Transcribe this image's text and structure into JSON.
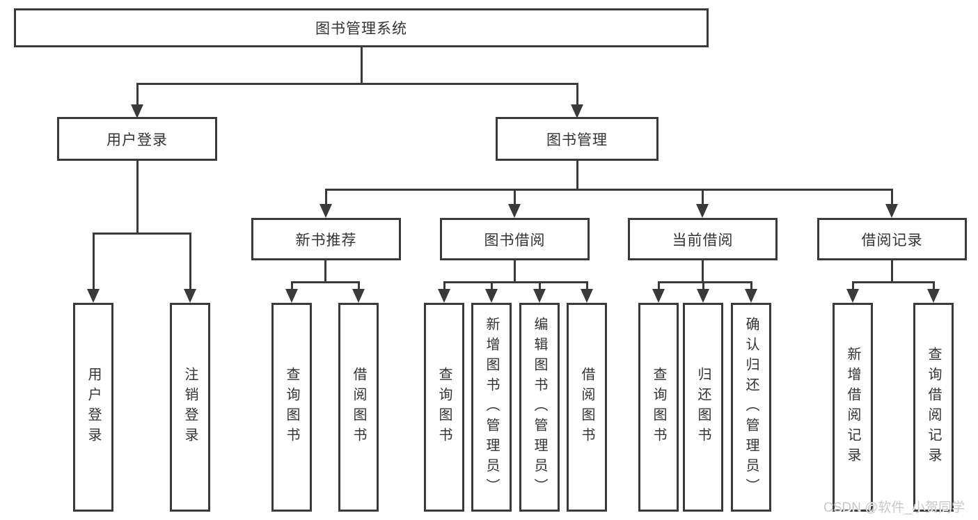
{
  "diagram": {
    "root": {
      "label": "图书管理系统"
    },
    "branches": [
      {
        "label": "用户登录",
        "children": [
          {
            "label": "用户登录"
          },
          {
            "label": "注销登录"
          }
        ]
      },
      {
        "label": "图书管理",
        "children": [
          {
            "label": "新书推荐",
            "children": [
              {
                "label": "查询图书"
              },
              {
                "label": "借阅图书"
              }
            ]
          },
          {
            "label": "图书借阅",
            "children": [
              {
                "label": "查询图书"
              },
              {
                "label": "新增图书（管理员）"
              },
              {
                "label": "编辑图书（管理员）"
              },
              {
                "label": "借阅图书"
              }
            ]
          },
          {
            "label": "当前借阅",
            "children": [
              {
                "label": "查询图书"
              },
              {
                "label": "归还图书"
              },
              {
                "label": "确认归还（管理员）"
              }
            ]
          },
          {
            "label": "借阅记录",
            "children": [
              {
                "label": "新增借阅记录"
              },
              {
                "label": "查询借阅记录"
              }
            ]
          }
        ]
      }
    ]
  },
  "watermark": {
    "text": "CSDN @软件_小贺同学"
  },
  "colors": {
    "line": "#3a3a3a",
    "text": "#333333",
    "watermark": "#c9c9c9"
  }
}
